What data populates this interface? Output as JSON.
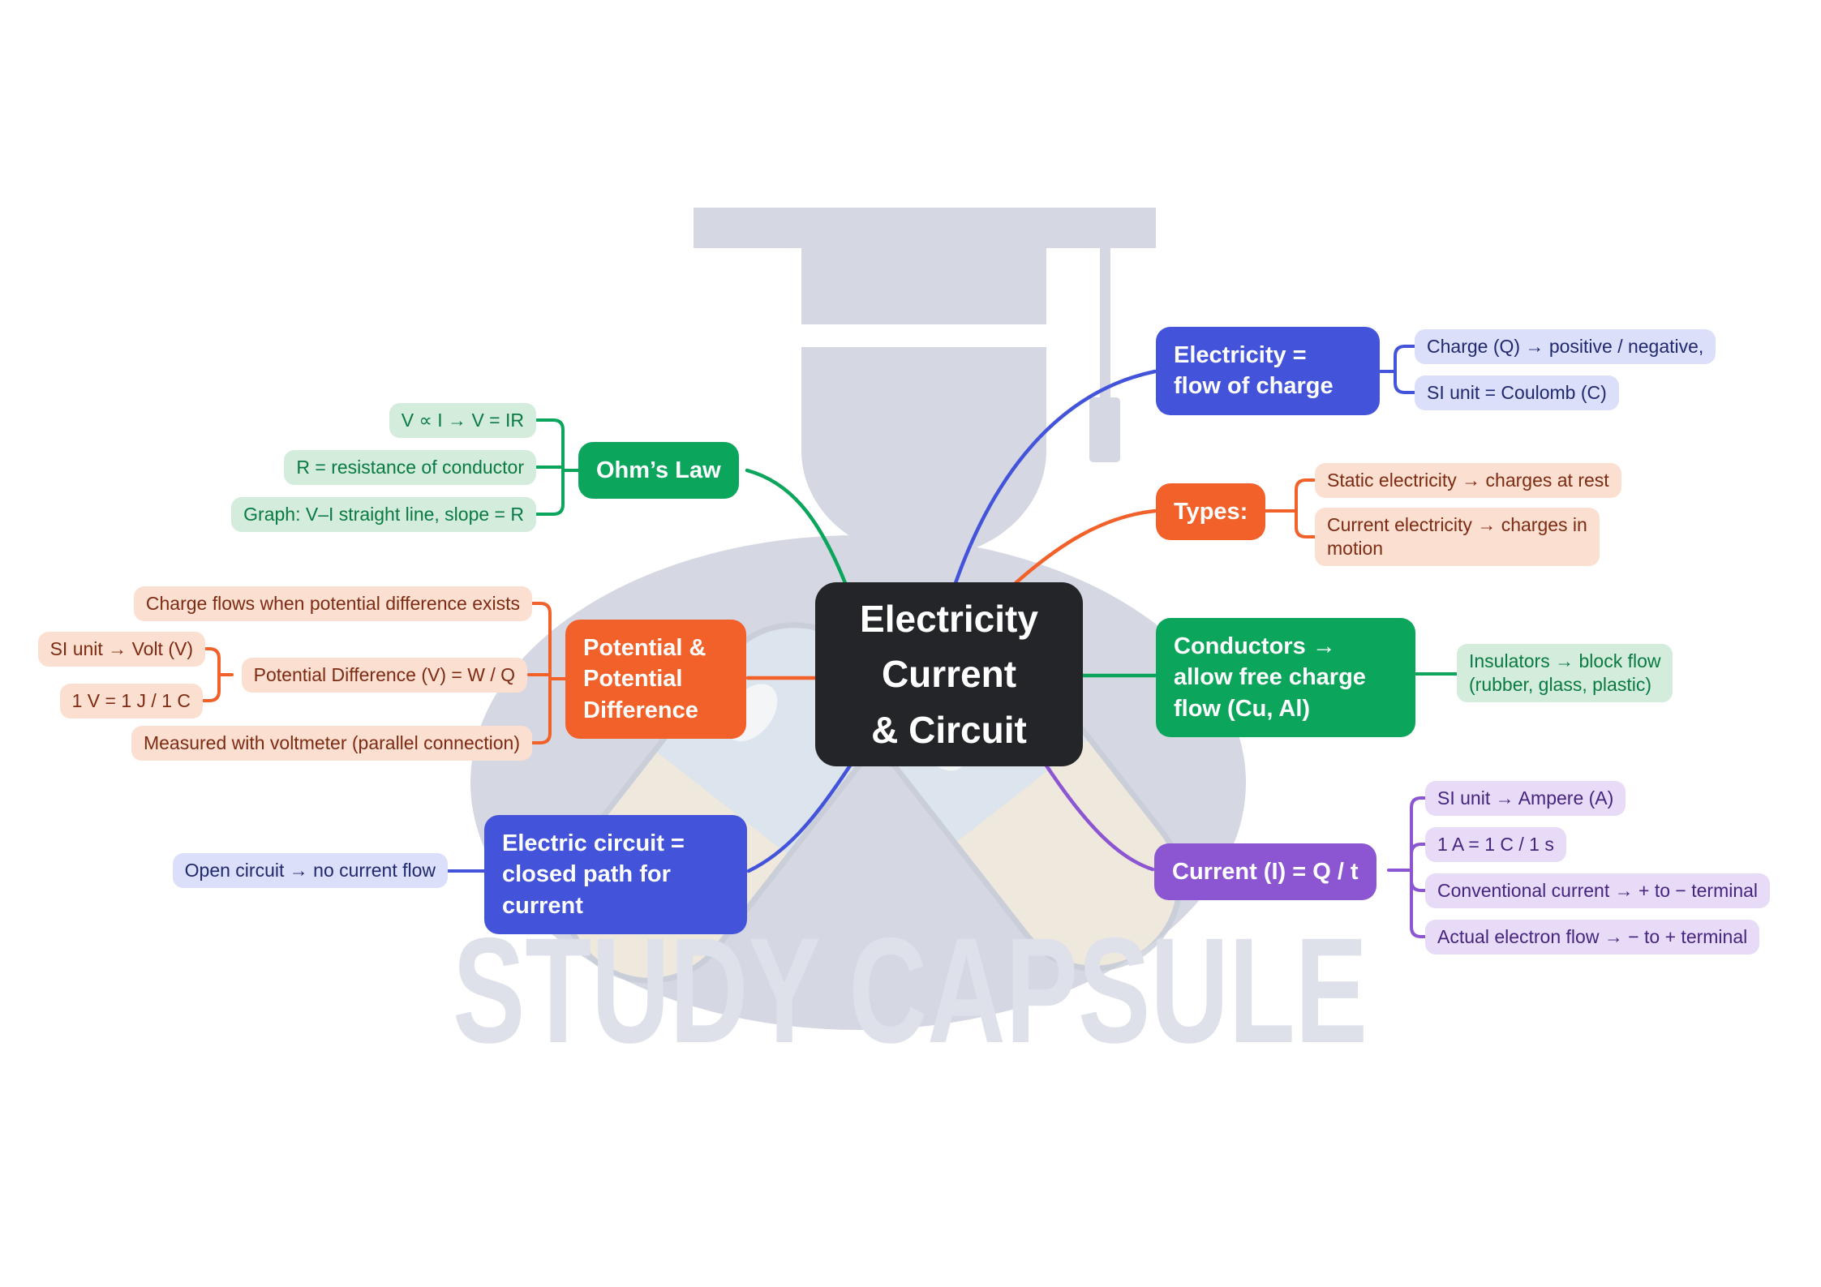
{
  "colors": {
    "blue": "#4354da",
    "orange": "#f2612a",
    "green": "#0ba55c",
    "purple": "#8c55d2",
    "central_bg": "#242528",
    "watermark_gray": "#d5d8e2"
  },
  "watermark": {
    "brand": "STUDY CAPSULE"
  },
  "central": {
    "title": "Electricity\nCurrent\n& Circuit"
  },
  "branches": {
    "ohms": {
      "label": "Ohm’s Law",
      "children": [
        "V ∝ I → V = IR",
        "R = resistance of conductor",
        "Graph: V–I straight line, slope = R"
      ]
    },
    "potential": {
      "label": "Potential &\nPotential\nDifference",
      "children": [
        "Charge flows when potential difference exists",
        "Potential Difference (V) = W / Q",
        "Measured with voltmeter (parallel connection)"
      ],
      "subchildren": [
        "SI unit → Volt (V)",
        "1 V = 1 J / 1 C"
      ]
    },
    "circuit": {
      "label": "Electric circuit =\nclosed path for\ncurrent",
      "children": [
        "Open circuit → no current flow"
      ]
    },
    "electricity": {
      "label": "Electricity =\nflow of charge",
      "children": [
        "Charge (Q) → positive / negative,",
        "SI unit = Coulomb (C)"
      ]
    },
    "types": {
      "label": "Types:",
      "children": [
        "Static electricity → charges at rest",
        "Current electricity → charges in\nmotion"
      ]
    },
    "conductors": {
      "label": "Conductors →\nallow free charge\nflow (Cu, Al)",
      "children": [
        "Insulators → block flow\n(rubber, glass, plastic)"
      ]
    },
    "current": {
      "label": "Current (I) = Q / t",
      "children": [
        "SI unit → Ampere (A)",
        "1 A = 1 C / 1 s",
        "Conventional current → + to − terminal",
        "Actual electron flow → − to + terminal"
      ]
    }
  }
}
